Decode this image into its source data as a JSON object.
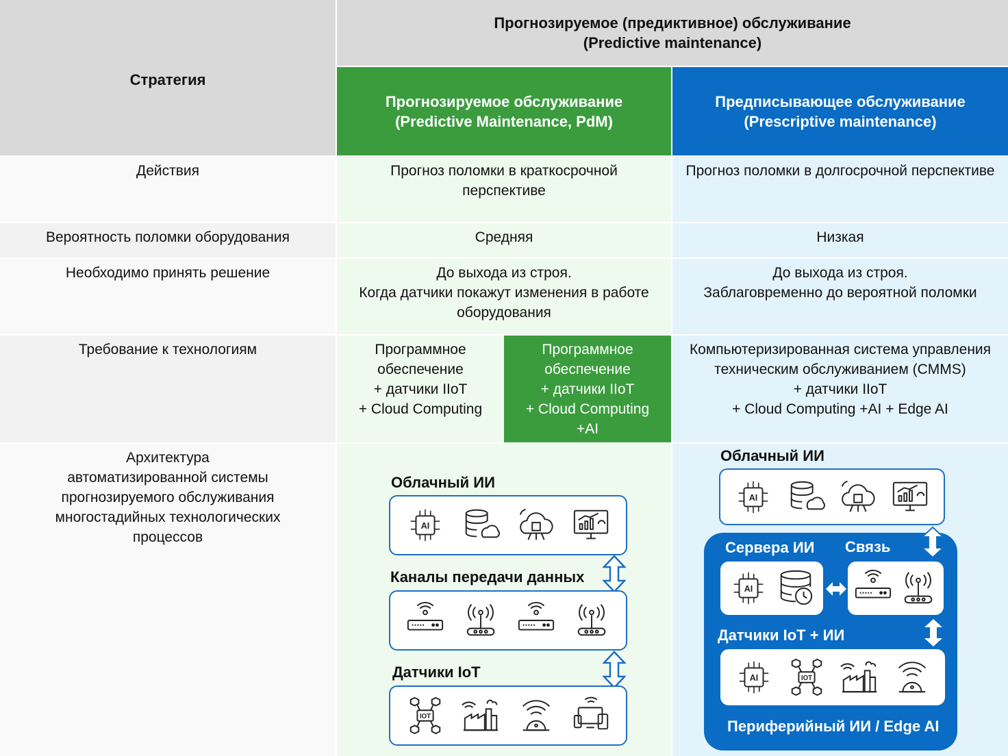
{
  "header": {
    "strategy": "Стратегия",
    "top_title_line1": "Прогнозируемое (предиктивное) обслуживание",
    "top_title_line2": "(Predictive maintenance)",
    "pdm_line1": "Прогнозируемое обслуживание",
    "pdm_line2": "(Predictive Maintenance, PdM)",
    "presc_line1": "Предписывающее обслуживание",
    "presc_line2": "(Prescriptive maintenance)"
  },
  "rows": {
    "actions": {
      "label": "Действия",
      "pdm_line1": "Прогноз поломки в краткосрочной",
      "pdm_line2": "перспективе",
      "presc": "Прогноз поломки в долгосрочной перспективе"
    },
    "probability": {
      "label": "Вероятность поломки оборудования",
      "pdm": "Средняя",
      "presc": "Низкая"
    },
    "decision": {
      "label": "Необходимо принять решение",
      "pdm_line1": "До выхода из строя.",
      "pdm_line2": "Когда датчики покажут изменения в работе",
      "pdm_line3": "оборудования",
      "presc_line1": "До выхода из строя.",
      "presc_line2": "Заблаговременно до вероятной поломки"
    },
    "tech": {
      "label": "Требование к технологиям",
      "pdm_a_line1": "Программное",
      "pdm_a_line2": "обеспечение",
      "pdm_a_line3": "+ датчики IIoT",
      "pdm_a_line4": "+ Cloud Computing",
      "pdm_b_line1": "Программное",
      "pdm_b_line2": "обеспечение",
      "pdm_b_line3": "+ датчики IIoT",
      "pdm_b_line4": "+ Cloud Computing",
      "pdm_b_line5": "+AI",
      "presc_line1": "Компьютеризированная система управления",
      "presc_line2": "техническим обслуживанием (CMMS)",
      "presc_line3": "+ датчики IIoT",
      "presc_line4": "+ Cloud Computing +AI + Edge AI"
    },
    "architecture": {
      "label_line1": "Архитектура",
      "label_line2": "автоматизированной системы",
      "label_line3": "прогнозируемого обслуживания",
      "label_line4": "многостадийных технологических",
      "label_line5": "процессов"
    }
  },
  "diagram_pdm": {
    "cloud_label": "Облачный ИИ",
    "channels_label": "Каналы передачи данных",
    "iot_label": "Датчики IoT",
    "cloud_icons": [
      "ai-chip-icon",
      "database-cloud-icon",
      "cloud-chip-icon",
      "monitor-chart-icon"
    ],
    "channel_icons": [
      "router-icon",
      "antenna-router-icon",
      "router-icon",
      "antenna-router-icon"
    ],
    "iot_icons": [
      "iot-network-icon",
      "smart-factory-icon",
      "wireless-sensor-icon",
      "connected-devices-icon"
    ]
  },
  "diagram_presc": {
    "cloud_label": "Облачный ИИ",
    "servers_label": "Сервера ИИ",
    "link_label": "Связь",
    "sensors_label": "Датчики IoT + ИИ",
    "edge_label": "Периферийный ИИ / Edge AI",
    "ai_chip_text": "AI",
    "iot_text": "IOT",
    "colors": {
      "blue": "#0a6cc4",
      "green": "#3b9c3e"
    }
  }
}
